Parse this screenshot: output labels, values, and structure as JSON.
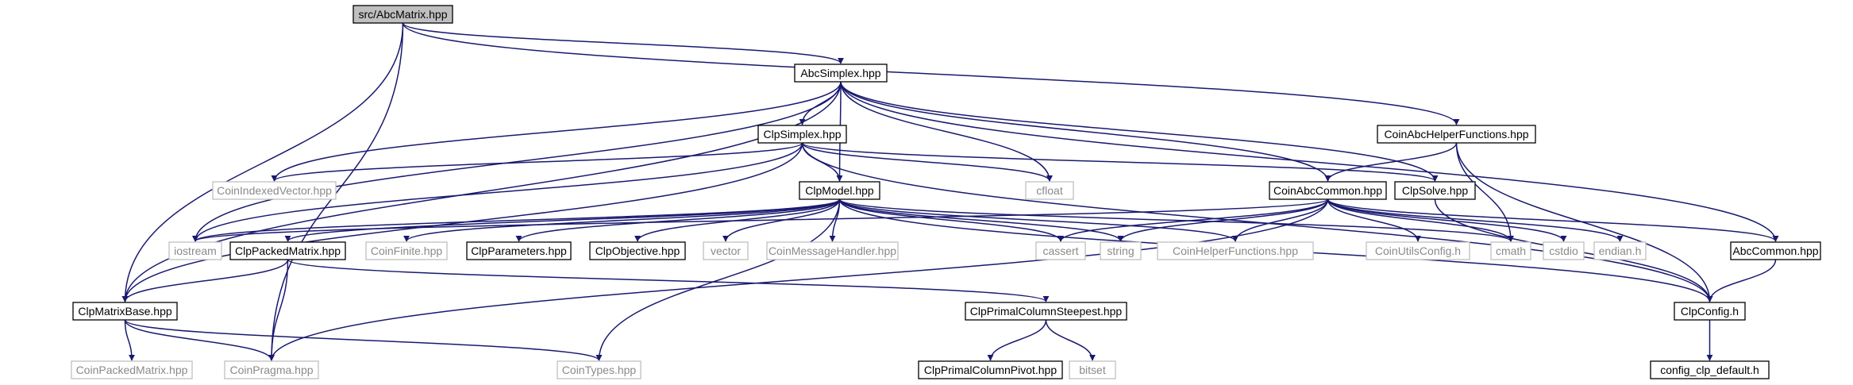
{
  "nodes": [
    {
      "id": "abcmatrix",
      "label": "src/AbcMatrix.hpp",
      "style": "root"
    },
    {
      "id": "abcsimplex",
      "label": "AbcSimplex.hpp",
      "style": "normal"
    },
    {
      "id": "clpsimplex",
      "label": "ClpSimplex.hpp",
      "style": "normal"
    },
    {
      "id": "coinabchelper",
      "label": "CoinAbcHelperFunctions.hpp",
      "style": "normal"
    },
    {
      "id": "coinindexedvector",
      "label": "CoinIndexedVector.hpp",
      "style": "external"
    },
    {
      "id": "cfloat",
      "label": "cfloat",
      "style": "external"
    },
    {
      "id": "clpmodel",
      "label": "ClpModel.hpp",
      "style": "normal"
    },
    {
      "id": "coinabccommon",
      "label": "CoinAbcCommon.hpp",
      "style": "normal"
    },
    {
      "id": "clpsolve",
      "label": "ClpSolve.hpp",
      "style": "normal"
    },
    {
      "id": "iostream",
      "label": "iostream",
      "style": "external"
    },
    {
      "id": "clppackedmatrix",
      "label": "ClpPackedMatrix.hpp",
      "style": "normal"
    },
    {
      "id": "coinfinite",
      "label": "CoinFinite.hpp",
      "style": "external"
    },
    {
      "id": "clpparameters",
      "label": "ClpParameters.hpp",
      "style": "normal"
    },
    {
      "id": "clpobjective",
      "label": "ClpObjective.hpp",
      "style": "normal"
    },
    {
      "id": "vector",
      "label": "vector",
      "style": "external"
    },
    {
      "id": "coinmessagehandler",
      "label": "CoinMessageHandler.hpp",
      "style": "external"
    },
    {
      "id": "cassert",
      "label": "cassert",
      "style": "external"
    },
    {
      "id": "string",
      "label": "string",
      "style": "external"
    },
    {
      "id": "coinhelperfunctions",
      "label": "CoinHelperFunctions.hpp",
      "style": "external"
    },
    {
      "id": "coinutilsconfig",
      "label": "CoinUtilsConfig.h",
      "style": "external"
    },
    {
      "id": "cmath",
      "label": "cmath",
      "style": "external"
    },
    {
      "id": "cstdio",
      "label": "cstdio",
      "style": "external"
    },
    {
      "id": "endian",
      "label": "endian.h",
      "style": "external"
    },
    {
      "id": "abccommon",
      "label": "AbcCommon.hpp",
      "style": "normal"
    },
    {
      "id": "clpmatrixbase",
      "label": "ClpMatrixBase.hpp",
      "style": "normal"
    },
    {
      "id": "clpprimalsteepest",
      "label": "ClpPrimalColumnSteepest.hpp",
      "style": "normal"
    },
    {
      "id": "clpconfig",
      "label": "ClpConfig.h",
      "style": "normal"
    },
    {
      "id": "coinpackedmatrix",
      "label": "CoinPackedMatrix.hpp",
      "style": "external"
    },
    {
      "id": "coinpragma",
      "label": "CoinPragma.hpp",
      "style": "external"
    },
    {
      "id": "cointypes",
      "label": "CoinTypes.hpp",
      "style": "external"
    },
    {
      "id": "clpprimalpivot",
      "label": "ClpPrimalColumnPivot.hpp",
      "style": "normal"
    },
    {
      "id": "bitset",
      "label": "bitset",
      "style": "external"
    },
    {
      "id": "configclpdefault",
      "label": "config_clp_default.h",
      "style": "normal"
    }
  ],
  "edges": [
    [
      "abcmatrix",
      "abcsimplex"
    ],
    [
      "abcmatrix",
      "clpmatrixbase"
    ],
    [
      "abcmatrix",
      "coinpragma"
    ],
    [
      "abcmatrix",
      "coinabchelper"
    ],
    [
      "abcsimplex",
      "clpsimplex"
    ],
    [
      "abcsimplex",
      "coinindexedvector"
    ],
    [
      "abcsimplex",
      "cfloat"
    ],
    [
      "abcsimplex",
      "clpmodel"
    ],
    [
      "abcsimplex",
      "coinabccommon"
    ],
    [
      "abcsimplex",
      "clpsolve"
    ],
    [
      "abcsimplex",
      "iostream"
    ],
    [
      "abcsimplex",
      "clpmatrixbase"
    ],
    [
      "abcsimplex",
      "abccommon"
    ],
    [
      "clpsimplex",
      "clpmodel"
    ],
    [
      "clpsimplex",
      "coinindexedvector"
    ],
    [
      "clpsimplex",
      "cfloat"
    ],
    [
      "clpsimplex",
      "clpsolve"
    ],
    [
      "clpsimplex",
      "clpmatrixbase"
    ],
    [
      "clpsimplex",
      "iostream"
    ],
    [
      "clpsimplex",
      "clpconfig"
    ],
    [
      "coinabchelper",
      "coinabccommon"
    ],
    [
      "coinabchelper",
      "cmath"
    ],
    [
      "coinabchelper",
      "clpconfig"
    ],
    [
      "clpmodel",
      "iostream"
    ],
    [
      "clpmodel",
      "clppackedmatrix"
    ],
    [
      "clpmodel",
      "coinfinite"
    ],
    [
      "clpmodel",
      "clpparameters"
    ],
    [
      "clpmodel",
      "clpobjective"
    ],
    [
      "clpmodel",
      "vector"
    ],
    [
      "clpmodel",
      "coinmessagehandler"
    ],
    [
      "clpmodel",
      "cassert"
    ],
    [
      "clpmodel",
      "string"
    ],
    [
      "clpmodel",
      "coinhelperfunctions"
    ],
    [
      "clpmodel",
      "cointypes"
    ],
    [
      "clpmodel",
      "clpconfig"
    ],
    [
      "clpmodel",
      "cmath"
    ],
    [
      "coinabccommon",
      "iostream"
    ],
    [
      "coinabccommon",
      "cassert"
    ],
    [
      "coinabccommon",
      "string"
    ],
    [
      "coinabccommon",
      "coinhelperfunctions"
    ],
    [
      "coinabccommon",
      "coinutilsconfig"
    ],
    [
      "coinabccommon",
      "cmath"
    ],
    [
      "coinabccommon",
      "cstdio"
    ],
    [
      "coinabccommon",
      "endian"
    ],
    [
      "coinabccommon",
      "abccommon"
    ],
    [
      "coinabccommon",
      "coinpragma"
    ],
    [
      "clpsolve",
      "clpconfig"
    ],
    [
      "clppackedmatrix",
      "clpmatrixbase"
    ],
    [
      "clppackedmatrix",
      "coinpragma"
    ],
    [
      "clppackedmatrix",
      "clpprimalsteepest"
    ],
    [
      "clpmatrixbase",
      "coinpackedmatrix"
    ],
    [
      "clpmatrixbase",
      "coinpragma"
    ],
    [
      "clpmatrixbase",
      "cointypes"
    ],
    [
      "clpprimalsteepest",
      "clpprimalpivot"
    ],
    [
      "clpprimalsteepest",
      "bitset"
    ],
    [
      "abccommon",
      "clpconfig"
    ],
    [
      "clpconfig",
      "configclpdefault"
    ]
  ],
  "colors": {
    "edge": "#191970",
    "normal_border": "#000000",
    "normal_text": "#000000",
    "external_border": "#bfbfbf",
    "external_text": "#8a8a8a",
    "root_fill": "#bfbfbf",
    "background": "#ffffff"
  }
}
